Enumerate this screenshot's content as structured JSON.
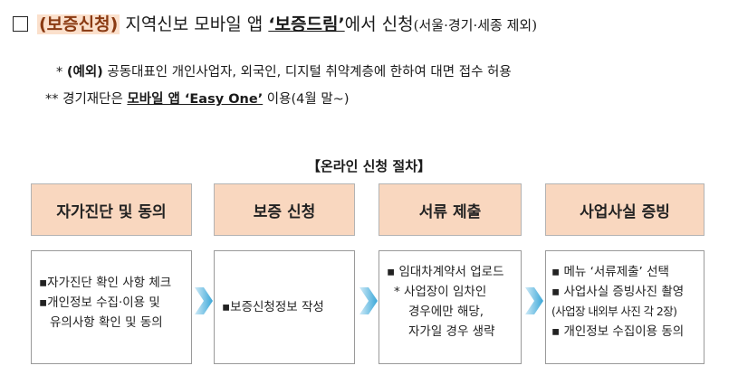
{
  "heading": {
    "prefix": "(보증신청)",
    "text1": "지역신보 모바일 앱 ",
    "app": "‘보증드림’",
    "text2": "에서 신청",
    "suffix": "(서울·경기·세종 제외)"
  },
  "notes": [
    {
      "mark": "*",
      "bold": "(예외)",
      "text": " 공동대표인 개인사업자, 외국인, 디지털 취약계층에 한하여 대면 접수 허용"
    },
    {
      "mark": "**",
      "pre": " 경기재단은 ",
      "bold": "모바일 앱 ‘Easy One’",
      "post": " 이용(4월 말~)"
    }
  ],
  "process_title": "【온라인 신청 절차】",
  "steps": [
    {
      "label": "자가진단 및 동의",
      "details": [
        "▪자가진단 확인 사항 체크",
        "▪개인정보 수집·이용 및",
        "  유의사항 확인 및 동의"
      ]
    },
    {
      "label": "보증 신청",
      "details": [
        "▪보증신청정보 작성"
      ]
    },
    {
      "label": "서류 제출",
      "details": [
        "▪ 임대차계약서 업로드",
        "  * 사업장이 임차인",
        "    경우에만   해당,",
        "    자가일 경우 생략"
      ]
    },
    {
      "label": "사업사실 증빙",
      "details": [
        "▪ 메뉴 ‘서류제출’ 선택",
        "▪ 사업사실 증빙사진 촬영",
        "(사업장 내외부 사진 각 2장)",
        "▪ 개인정보 수집이용 동의"
      ]
    }
  ],
  "colors": {
    "step_fill": "#f9d7bf",
    "arrow": "#3aa7d8"
  }
}
